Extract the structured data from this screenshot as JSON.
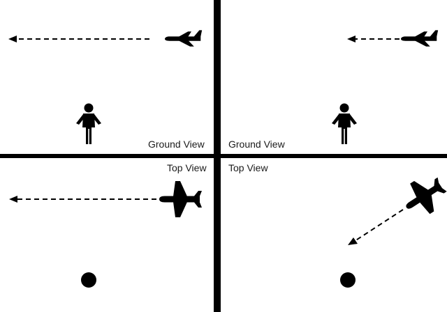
{
  "labels": {
    "ground_view_left": "Ground View",
    "ground_view_right": "Ground View",
    "top_view_left": "Top View",
    "top_view_right": "Top View"
  },
  "icons": {
    "airplane": "airplane-icon",
    "person": "person-icon",
    "observer_dot": "observer-dot-icon",
    "motion_arrow": "dashed-arrow-icon"
  },
  "colors": {
    "ink": "#000000",
    "background": "#ffffff"
  }
}
